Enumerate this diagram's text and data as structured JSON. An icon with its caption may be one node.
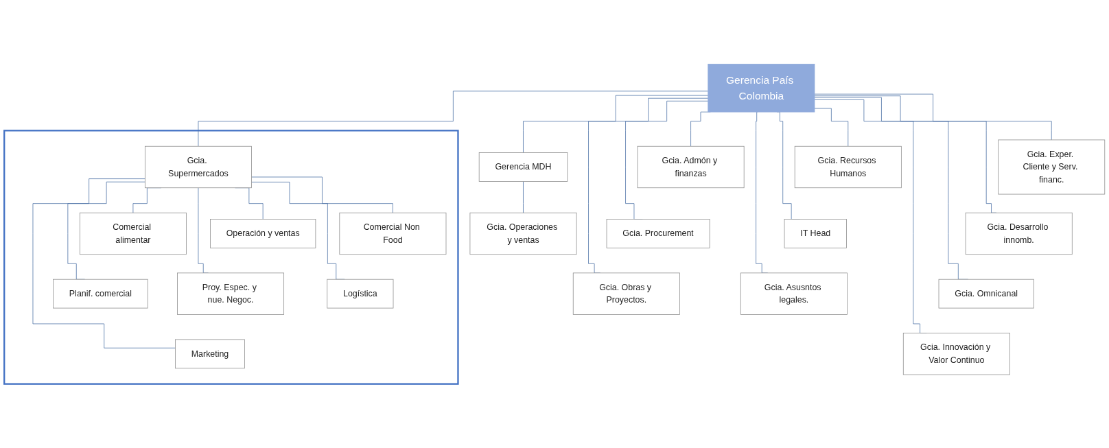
{
  "diagram": {
    "nodes": [
      {
        "text": [
          "Gerencia País Colombia"
        ]
      },
      {
        "text": [],
        "shape": "box"
      },
      {
        "text": [
          "Gcia. Supermercados"
        ],
        "in": 1
      },
      {
        "text": [
          "Comercial Non Food"
        ],
        "in": 1
      },
      {
        "text": [
          "Logística"
        ],
        "in": 1
      },
      {
        "text": [
          "Marketing"
        ],
        "in": 1
      },
      {
        "text": [
          "Comercial alimentar"
        ],
        "in": 1
      },
      {
        "text": [
          "Planif. comercial"
        ],
        "in": 1
      },
      {
        "text": [
          "Operación y ventas"
        ],
        "in": 1
      },
      {
        "text": [
          "Proy. Espec. y nue. Negoc."
        ],
        "in": 1
      },
      {
        "text": [
          "Gerencia MDH"
        ]
      },
      {
        "text": [
          "Gcia. Operaciones y ventas"
        ]
      },
      {
        "text": [
          "Gcia. Exper. Cliente y Serv. financ."
        ]
      },
      {
        "text": [
          "Gcia. Desarrollo innomb."
        ]
      },
      {
        "text": [
          "Gcia. Omnicanal"
        ]
      },
      {
        "text": [
          "Gcia. Innovación y Valor Continuo"
        ]
      },
      {
        "text": [
          "Gcia. Admón y finanzas"
        ]
      },
      {
        "text": [
          "Gcia. Procurement"
        ]
      },
      {
        "text": [
          "Gcia. Obras y Proyectos."
        ]
      },
      {
        "text": [
          "Gcia. Recursos Humanos"
        ]
      },
      {
        "text": [
          "IT Head"
        ]
      },
      {
        "text": [
          "Gcia. Asusntos legales."
        ]
      }
    ],
    "edges": [
      {
        "from": 0,
        "to": 2,
        "arrow": "none"
      },
      {
        "from": 2,
        "to": 3,
        "arrow": "none"
      },
      {
        "from": 2,
        "to": 4,
        "arrow": "none"
      },
      {
        "from": 2,
        "to": 5,
        "arrow": "none"
      },
      {
        "from": 2,
        "to": 6,
        "arrow": "none"
      },
      {
        "from": 2,
        "to": 7,
        "arrow": "none"
      },
      {
        "from": 2,
        "to": 8,
        "arrow": "none"
      },
      {
        "from": 2,
        "to": 9,
        "arrow": "none"
      },
      {
        "from": 0,
        "to": 10,
        "arrow": "none"
      },
      {
        "from": 10,
        "to": 11,
        "arrow": "none"
      },
      {
        "from": 0,
        "to": 12,
        "arrow": "none"
      },
      {
        "from": 0,
        "to": 13,
        "arrow": "none"
      },
      {
        "from": 0,
        "to": 14,
        "arrow": "none"
      },
      {
        "from": 0,
        "to": 15,
        "arrow": "none"
      },
      {
        "from": 0,
        "to": 16,
        "arrow": "none"
      },
      {
        "from": 0,
        "to": 17,
        "arrow": "none"
      },
      {
        "from": 0,
        "to": 18,
        "arrow": "none"
      },
      {
        "from": 0,
        "to": 19,
        "arrow": "none"
      },
      {
        "from": 0,
        "to": 20,
        "arrow": "none"
      },
      {
        "from": 0,
        "to": 21,
        "arrow": "none"
      }
    ]
  }
}
